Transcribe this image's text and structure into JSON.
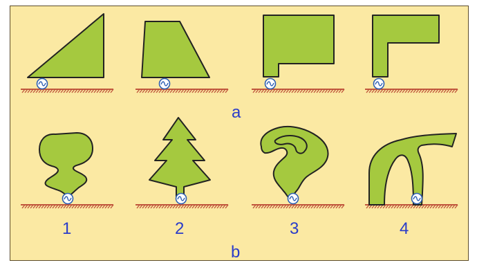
{
  "row_a_label": "a",
  "row_b_label": "b",
  "row_b_items": [
    {
      "label": "1",
      "shape": "mushroom-blob"
    },
    {
      "label": "2",
      "shape": "fir-tree"
    },
    {
      "label": "3",
      "shape": "swirl-blob"
    },
    {
      "label": "4",
      "shape": "arch-branch"
    }
  ],
  "row_a_items": [
    {
      "shape": "right-triangle"
    },
    {
      "shape": "trapezoid"
    },
    {
      "shape": "notched-rectangle"
    },
    {
      "shape": "l-shape"
    }
  ],
  "colors": {
    "background": "#fbe9a3",
    "shape_fill": "#a5c93f",
    "ground": "#c0563d",
    "roller": "#2d5fb3",
    "label": "#2a3cc9"
  }
}
